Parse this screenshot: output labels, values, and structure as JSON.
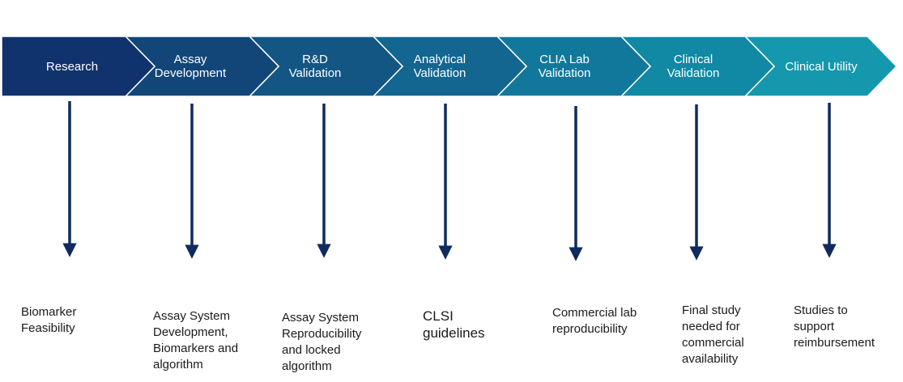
{
  "colors": {
    "arrow": "#0f2a5e",
    "chevron_outline": "#ffffff",
    "text_on_chevron": "#ffffff"
  },
  "stages": [
    {
      "label": "Research",
      "color": "#11336d",
      "description": "Biomarker\nFeasibility"
    },
    {
      "label": "Assay\nDevelopment",
      "color": "#124679",
      "description": "Assay System\nDevelopment,\nBiomarkers and\nalgorithm"
    },
    {
      "label": "R&D\nValidation",
      "color": "#135684",
      "description": "Assay System\nReproducibility\nand locked\nalgorithm"
    },
    {
      "label": "Analytical\nValidation",
      "color": "#136690",
      "description": "CLSI\nguidelines"
    },
    {
      "label": "CLIA Lab\nValidation",
      "color": "#12789b",
      "description": "Commercial lab\nreproducibility"
    },
    {
      "label": "Clinical\nValidation",
      "color": "#1188a4",
      "description": "Final study\nneeded for\ncommercial\navailability"
    },
    {
      "label": "Clinical Utility",
      "color": "#1598ad",
      "description": "Studies to\nsupport\nreimbursement"
    }
  ]
}
